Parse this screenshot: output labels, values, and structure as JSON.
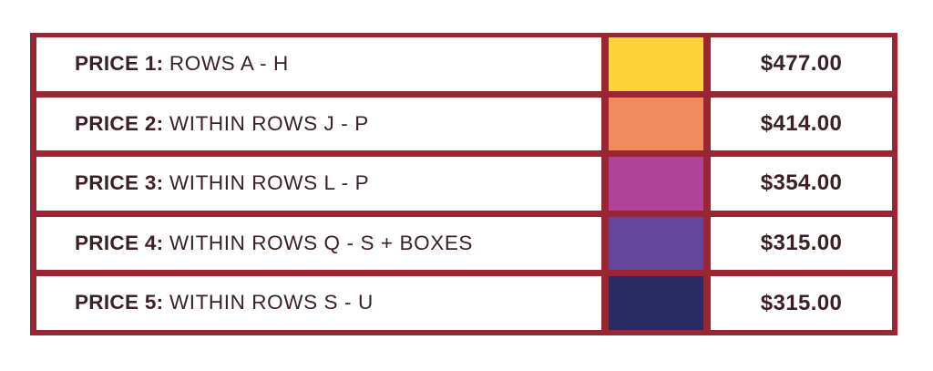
{
  "colors": {
    "frame": "#9B2633",
    "text": "#3B2024",
    "cell_background": "#FFFFFF",
    "page_background": "#FFFFFF"
  },
  "table": {
    "rows": [
      {
        "label": "PRICE 1:",
        "detail": "ROWS A - H",
        "swatch_color": "#FBD339",
        "swatch_name": "yellow",
        "amount": "$477.00"
      },
      {
        "label": "PRICE 2:",
        "detail": "WITHIN ROWS J - P",
        "swatch_color": "#F18A5D",
        "swatch_name": "orange",
        "amount": "$414.00"
      },
      {
        "label": "PRICE 3:",
        "detail": "WITHIN ROWS L - P",
        "swatch_color": "#AF4399",
        "swatch_name": "magenta",
        "amount": "$354.00"
      },
      {
        "label": "PRICE 4:",
        "detail": "WITHIN ROWS Q - S + BOXES",
        "swatch_color": "#64479D",
        "swatch_name": "purple",
        "amount": "$315.00"
      },
      {
        "label": "PRICE 5:",
        "detail": "WITHIN ROWS S - U",
        "swatch_color": "#2A2A65",
        "swatch_name": "navy",
        "amount": "$315.00"
      }
    ]
  }
}
